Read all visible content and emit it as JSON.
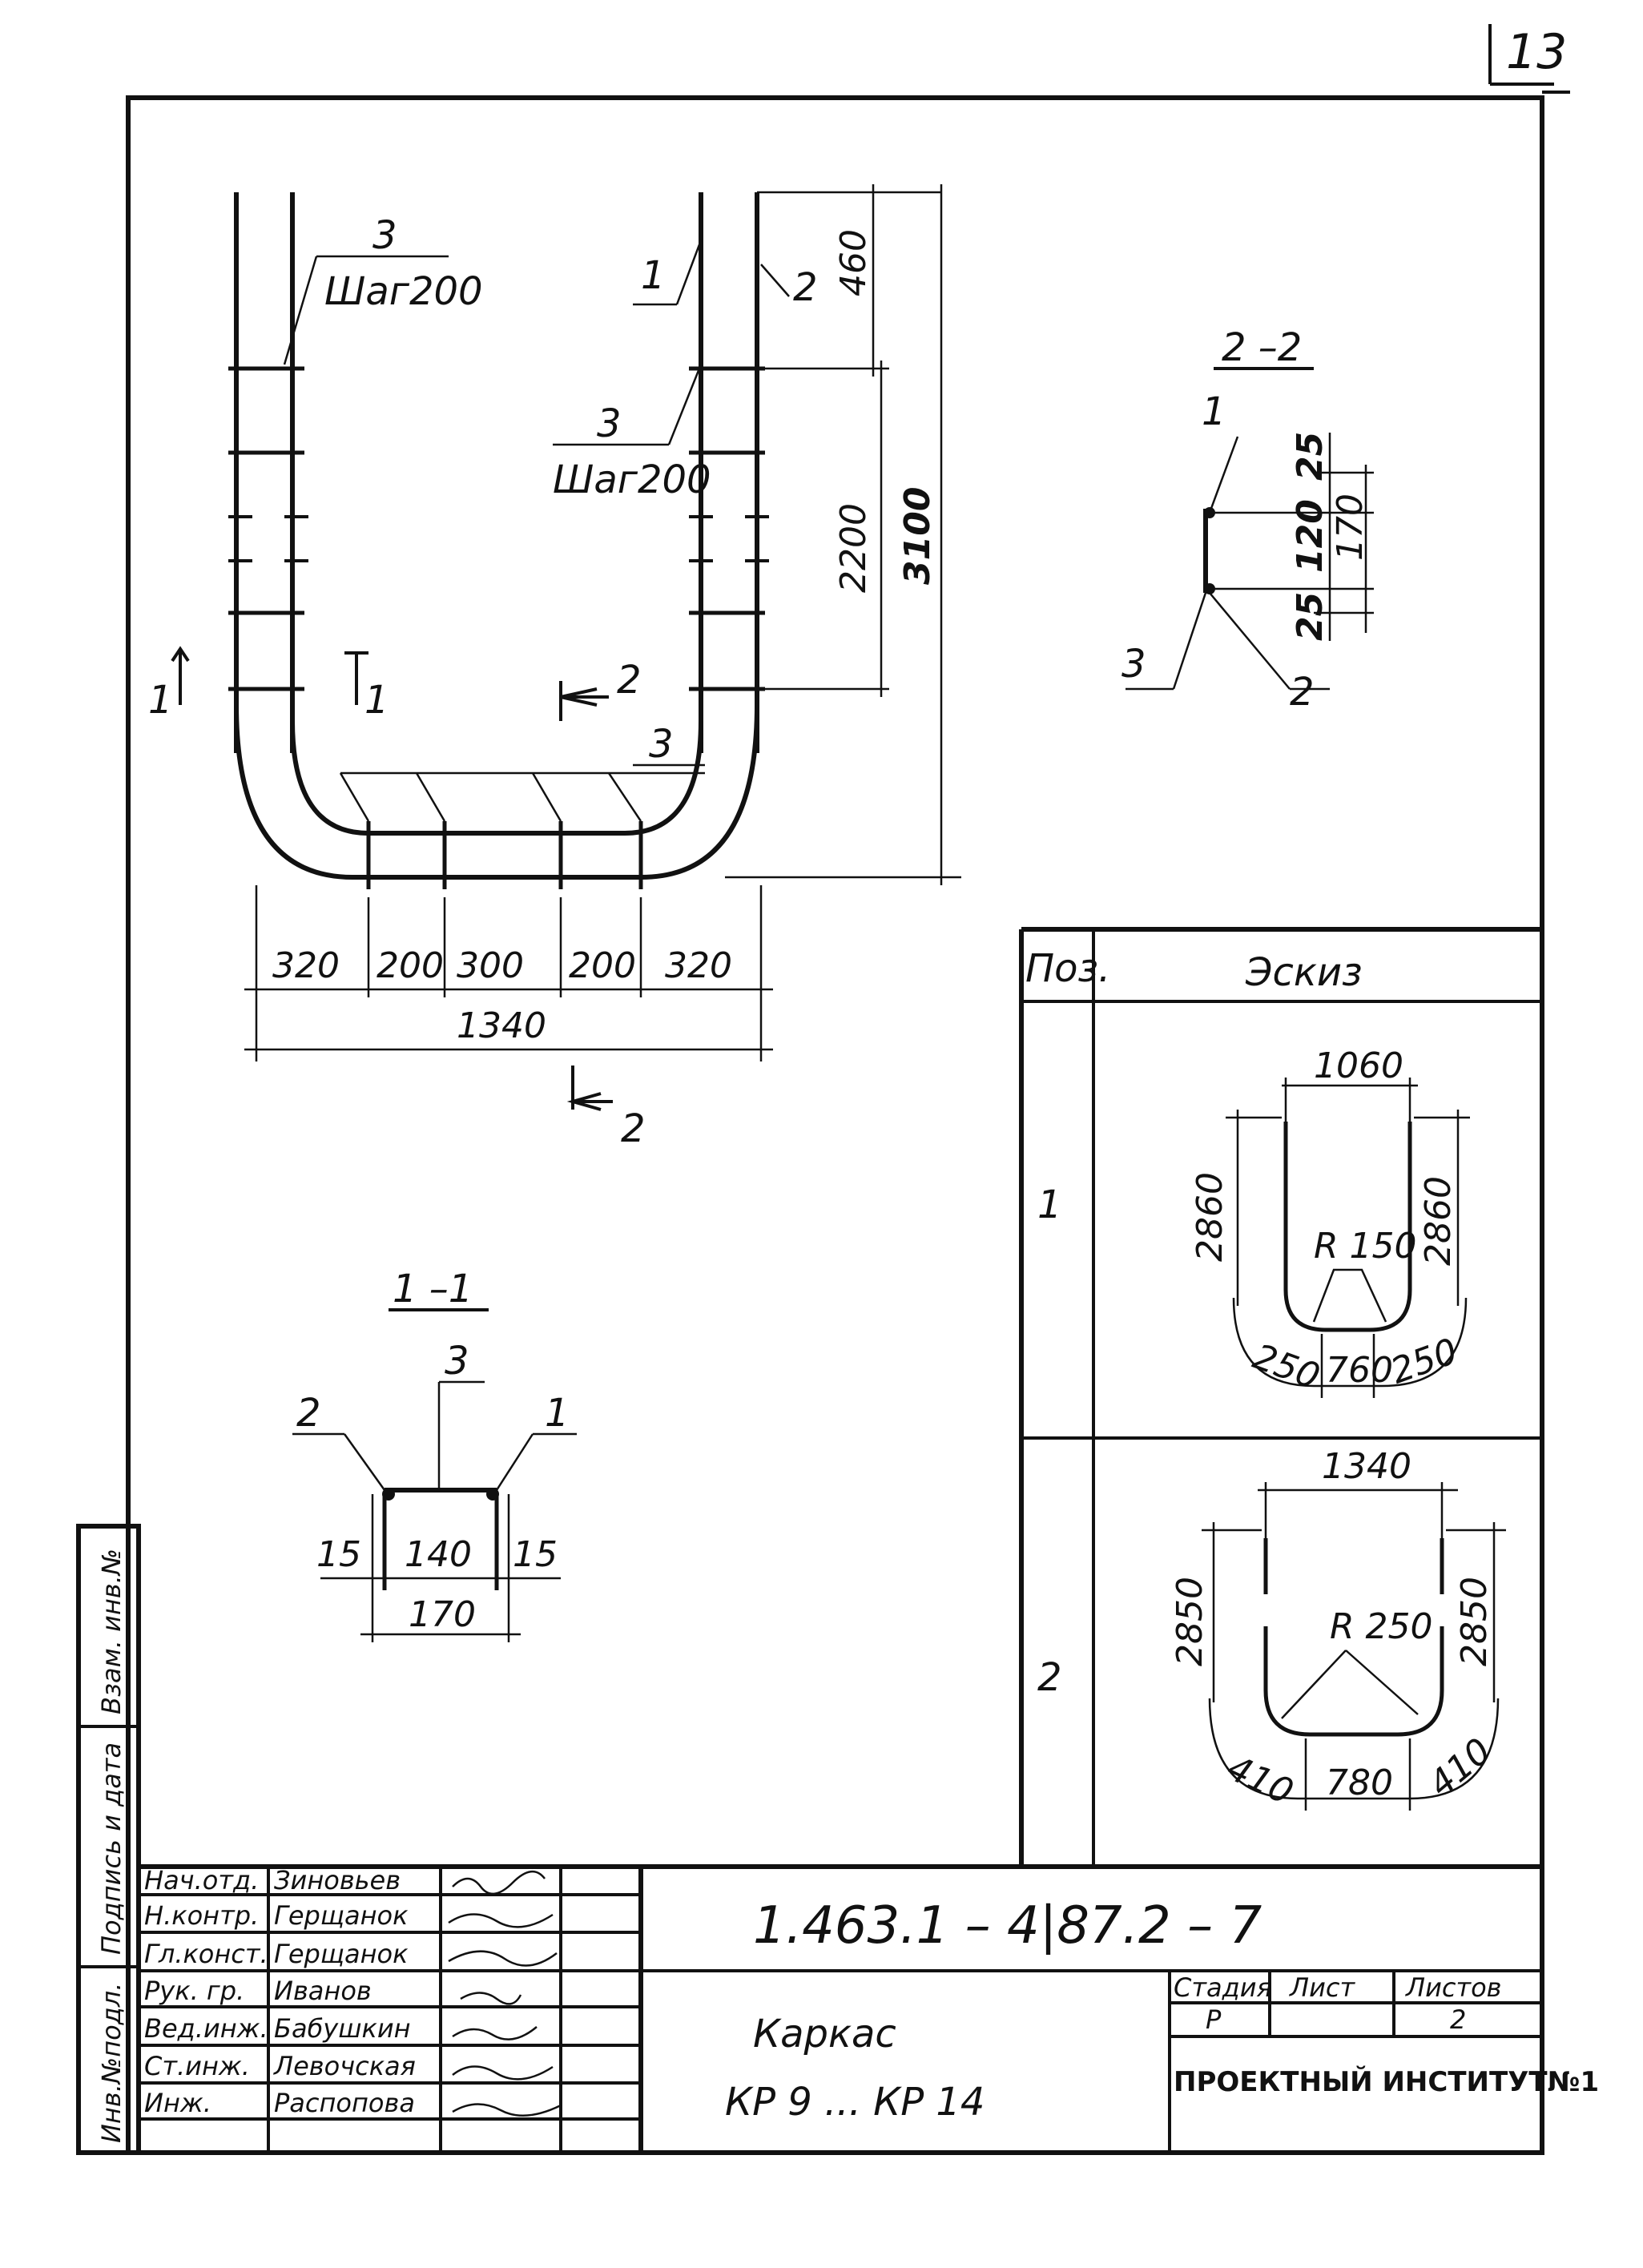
{
  "sheet_number": "13",
  "main_view": {
    "callouts": {
      "pos3_left": "3",
      "pos3_left_step": "Шаг200",
      "pos3_right": "3",
      "pos3_right_step": "Шаг200",
      "pos1": "1",
      "pos2": "2",
      "pos3_bottom": "3"
    },
    "section_marks": {
      "s1_left": "1",
      "s1_right": "1",
      "s2_top": "2",
      "s2_bottom": "2"
    },
    "dims": {
      "top": "460",
      "middle": "2200",
      "total": "3100",
      "bottom_segments": [
        "320",
        "200",
        "300",
        "200",
        "320"
      ],
      "bottom_total": "1340"
    }
  },
  "section_1_1": {
    "title": "1 –1",
    "labels": {
      "left": "2",
      "middle": "3",
      "right": "1"
    },
    "dims": {
      "left": "15",
      "middle": "140",
      "right": "15",
      "total": "170"
    }
  },
  "section_2_2": {
    "title": "2 –2",
    "labels": {
      "top": "1",
      "bottom_left": "3",
      "bottom_right": "2"
    },
    "dims": {
      "top": "25",
      "middle": "120",
      "bottom": "25",
      "total": "170"
    }
  },
  "sketch_table": {
    "header_pos": "Поз.",
    "header_sketch": "Эскиз",
    "rows": [
      {
        "pos": "1",
        "width": "1060",
        "left_h": "2860",
        "right_h": "2860",
        "radius": "R 150",
        "b_left": "250",
        "b_mid": "760",
        "b_right": "250"
      },
      {
        "pos": "2",
        "width": "1340",
        "left_h": "2850",
        "right_h": "2850",
        "radius": "R 250",
        "b_left": "410",
        "b_mid": "780",
        "b_right": "410"
      }
    ]
  },
  "side_stamp": {
    "inv_podl": "Инв.№подл.",
    "podpis": "Подпись и дата",
    "vzam": "Взам. инв.№"
  },
  "title_block": {
    "designation": "1.463.1 – 4|87.2 – 7",
    "title_line1": "Каркас",
    "title_line2": "КР 9  ...  КР 14",
    "stage_label": "Стадия",
    "sheet_label": "Лист",
    "sheets_label": "Листов",
    "stage_value": "Р",
    "sheet_value": "",
    "sheets_value": "2",
    "organization": "ПРОЕКТНЫЙ ИНСТИТУТ№1",
    "staff": [
      {
        "role": "Нач.отд.",
        "name": "Зиновьев"
      },
      {
        "role": "Н.контр.",
        "name": "Герщанок"
      },
      {
        "role": "Гл.конст.",
        "name": "Герщанок"
      },
      {
        "role": "Рук. гр.",
        "name": "Иванов"
      },
      {
        "role": "Вед.инж.",
        "name": "Бабушкин"
      },
      {
        "role": "Ст.инж.",
        "name": "Левочская"
      },
      {
        "role": "Инж.",
        "name": "Распопова"
      }
    ]
  }
}
